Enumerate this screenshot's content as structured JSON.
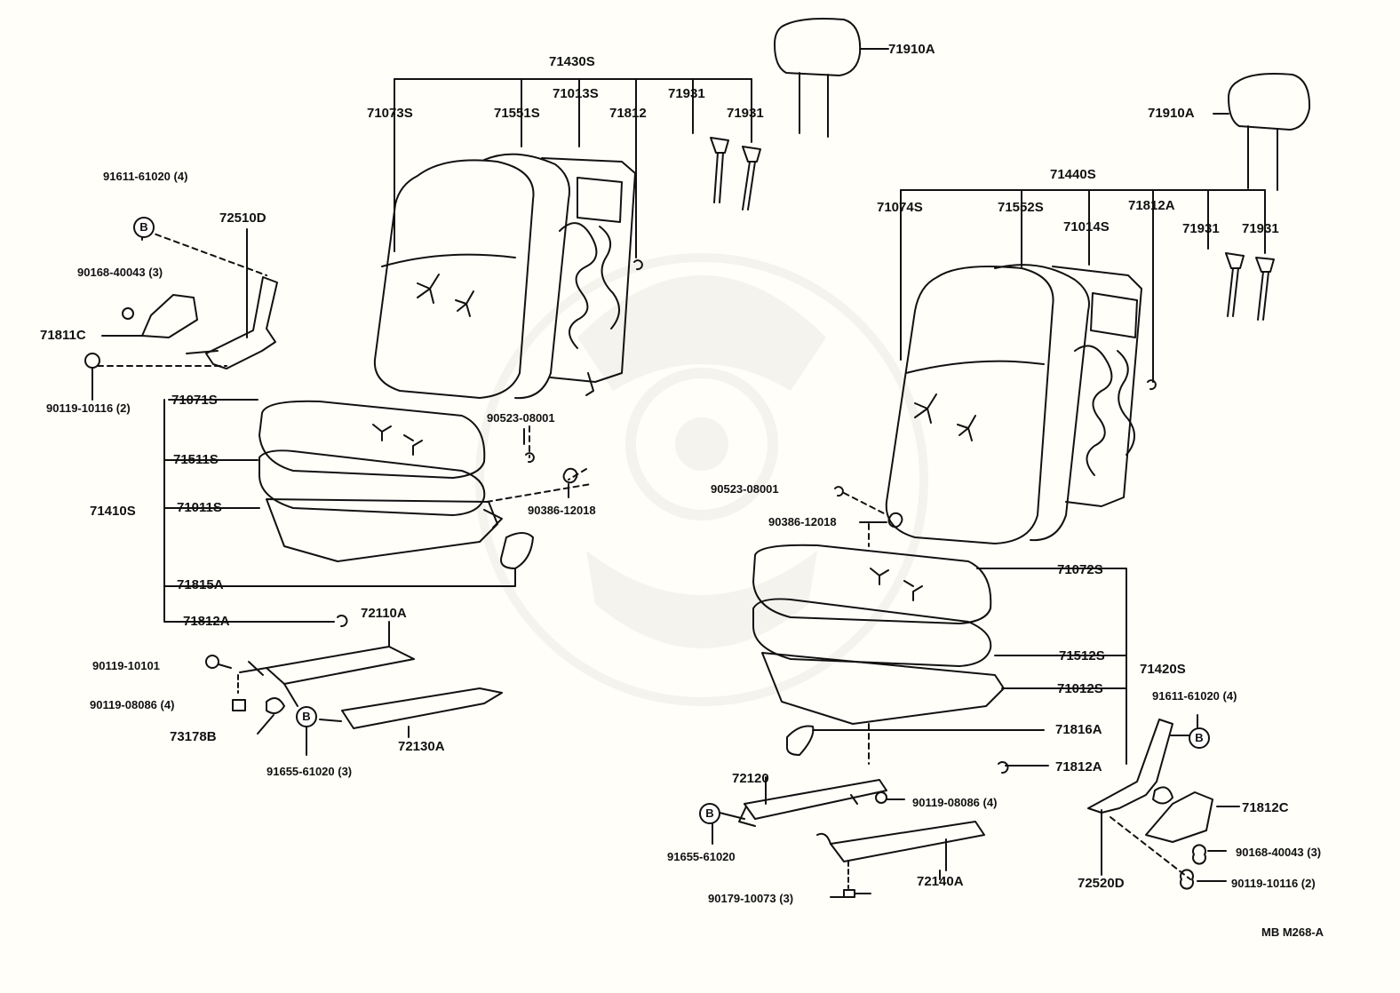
{
  "diagram": {
    "colors": {
      "ink": "#111111",
      "paper": "#fffef9",
      "watermark": "#999999"
    },
    "callouts": {
      "p71430S": "71430S",
      "p71073S": "71073S",
      "p71551S": "71551S",
      "p71013S": "71013S",
      "p71812": "71812",
      "p71931a": "71931",
      "p71931b": "71931",
      "p71910A_l": "71910A",
      "p91611_l": "91611-61020 (4)",
      "p72510D": "72510D",
      "p90168_l": "90168-40043 (3)",
      "p71811C": "71811C",
      "p90119_10116_l": "90119-10116 (2)",
      "p71071S": "71071S",
      "p71511S": "71511S",
      "p71410S": "71410S",
      "p71011S": "71011S",
      "p90523_l": "90523-08001",
      "p90386_l": "90386-12018",
      "p71815A": "71815A",
      "p71812A_l": "71812A",
      "p72110A": "72110A",
      "p90119_10101": "90119-10101",
      "p90119_08086_l": "90119-08086 (4)",
      "p73178B": "73178B",
      "p72130A": "72130A",
      "p91655_l": "91655-61020 (3)",
      "p71910A_r": "71910A",
      "p71440S": "71440S",
      "p71074S": "71074S",
      "p71552S": "71552S",
      "p71014S": "71014S",
      "p71812A_r": "71812A",
      "p71931c": "71931",
      "p71931d": "71931",
      "p90523_r": "90523-08001",
      "p90386_r": "90386-12018",
      "p71072S": "71072S",
      "p71512S": "71512S",
      "p71420S": "71420S",
      "p71012S": "71012S",
      "p91611_r": "91611-61020 (4)",
      "p71816A": "71816A",
      "p71812A_r2": "71812A",
      "p72120": "72120",
      "p90119_08086_r": "90119-08086 (4)",
      "p91655_r": "91655-61020",
      "p72140A": "72140A",
      "p71812C": "71812C",
      "p90168_r": "90168-40043 (3)",
      "p90119_10116_r": "90119-10116 (2)",
      "p90179": "90179-10073 (3)",
      "p72520D": "72520D"
    },
    "marker_b": "B",
    "ref_code": "MB  M268-A"
  }
}
